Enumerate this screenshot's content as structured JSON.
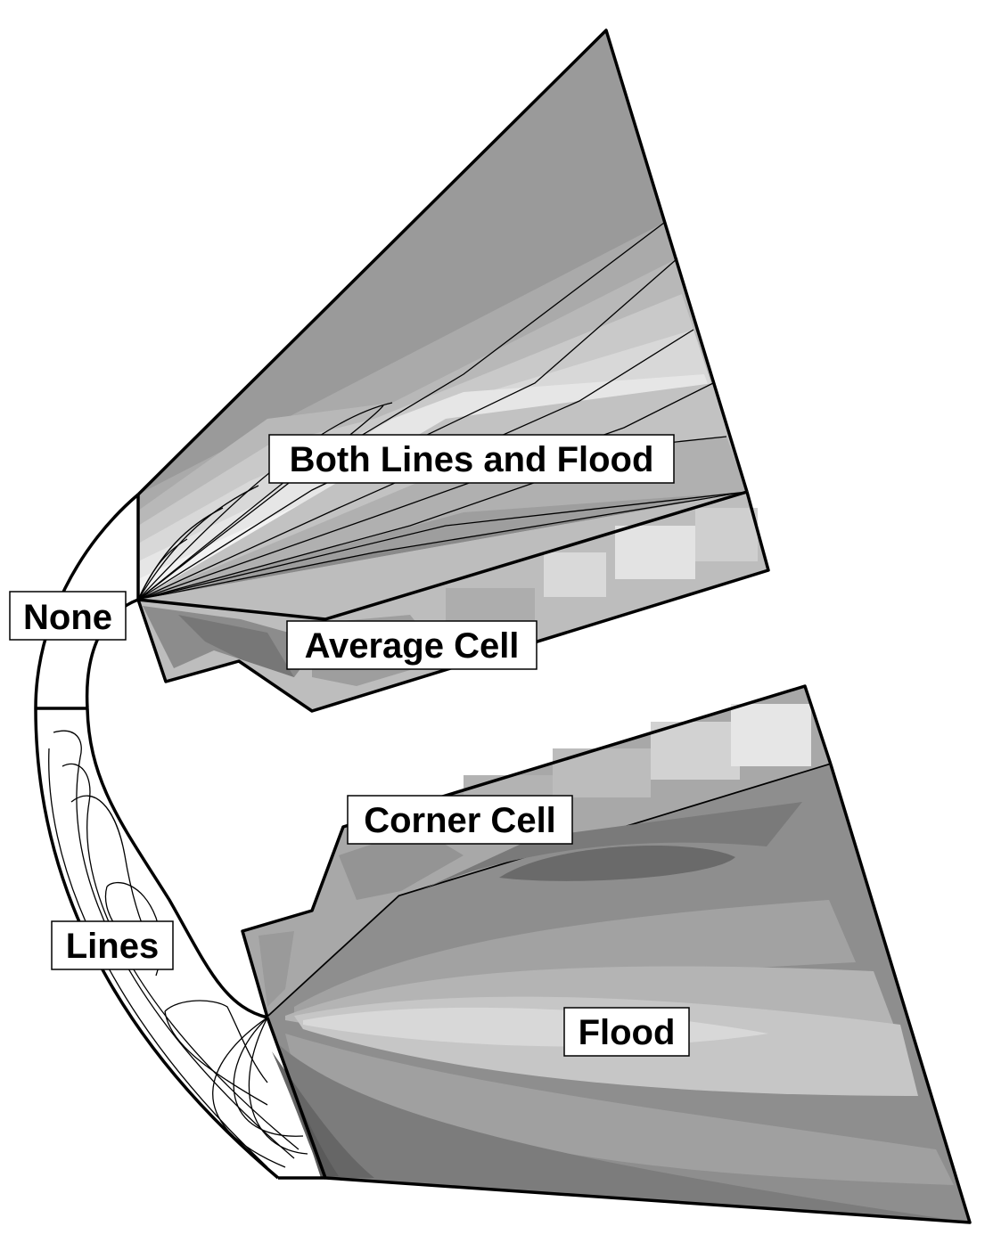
{
  "labels": {
    "both": "Both Lines and Flood",
    "average": "Average Cell",
    "none": "None",
    "corner": "Corner Cell",
    "lines": "Lines",
    "flood": "Flood"
  },
  "zones": [
    {
      "id": "none",
      "fill": "none",
      "contour_lines": false
    },
    {
      "id": "lines",
      "fill": "none",
      "contour_lines": true
    },
    {
      "id": "both",
      "fill": "flood",
      "contour_lines": true
    },
    {
      "id": "average",
      "fill": "average-cell",
      "contour_lines": false
    },
    {
      "id": "corner",
      "fill": "corner-cell",
      "contour_lines": false
    },
    {
      "id": "flood",
      "fill": "flood",
      "contour_lines": false
    }
  ],
  "colors": {
    "outline": "#000000",
    "background": "#ffffff",
    "label_fill": "#ffffff",
    "gray_dark": "#555555",
    "gray_mid": "#9a9a9a",
    "gray_light": "#e6e6e6"
  }
}
